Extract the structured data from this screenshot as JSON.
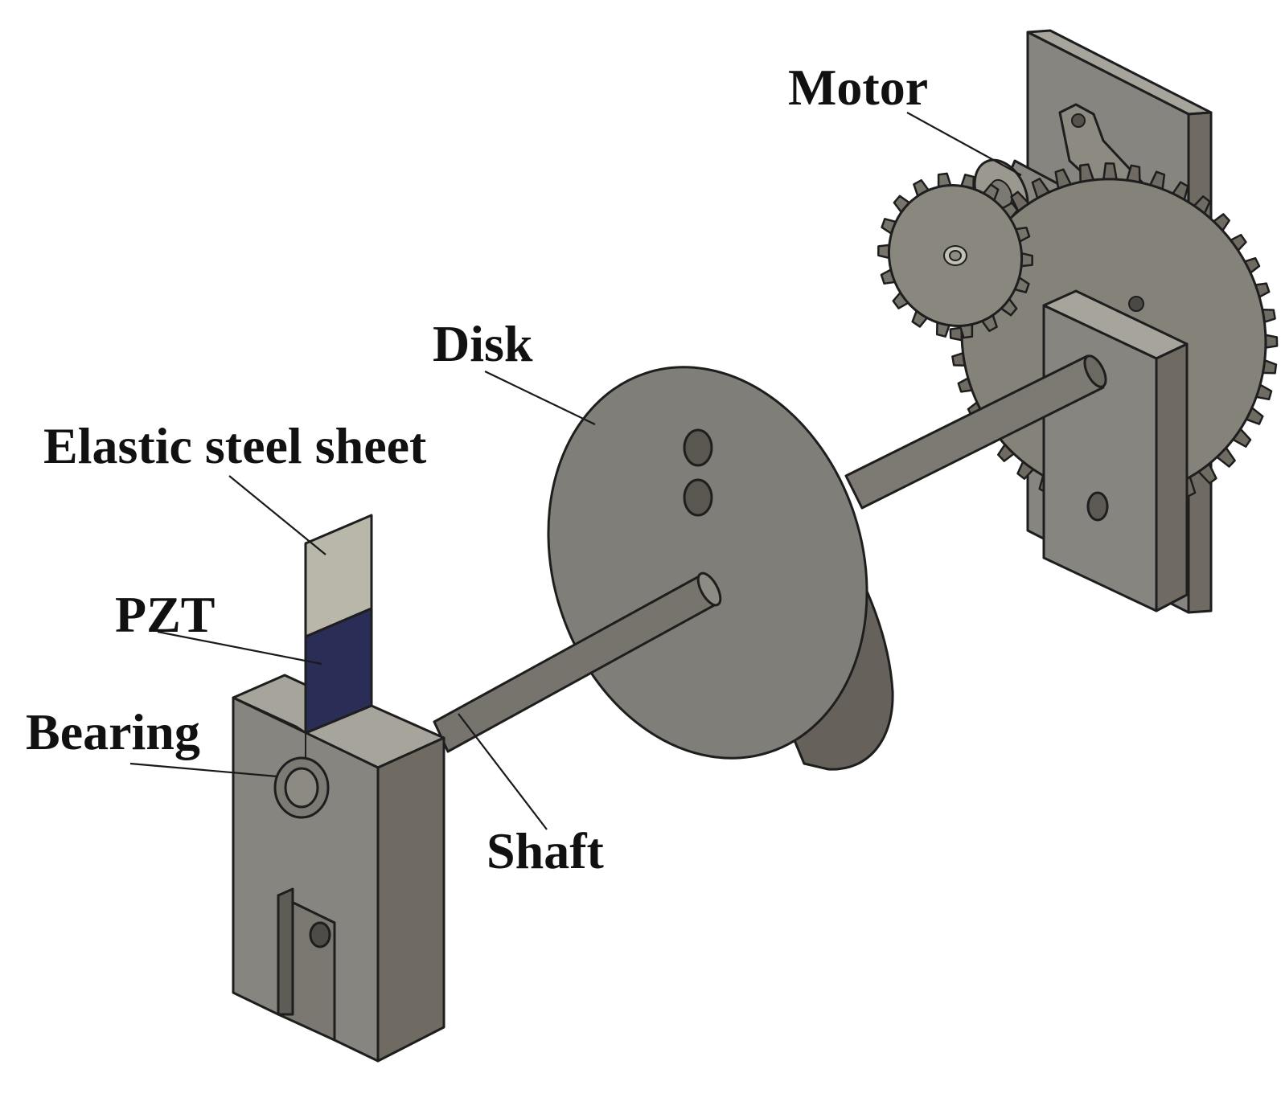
{
  "labels": {
    "motor": "Motor",
    "disk": "Disk",
    "elastic_steel_sheet": "Elastic steel sheet",
    "pzt": "PZT",
    "bearing": "Bearing",
    "shaft": "Shaft"
  },
  "colors": {
    "part_front": "#868580",
    "part_top": "#a7a49b",
    "part_side": "#6f6a62",
    "disk_face": "#7f7e78",
    "disk_rim": "#66625b",
    "shaft": "#77746d",
    "steel_sheet": "#b9b7aa",
    "pzt": "#2a2d55",
    "text": "#111111"
  }
}
